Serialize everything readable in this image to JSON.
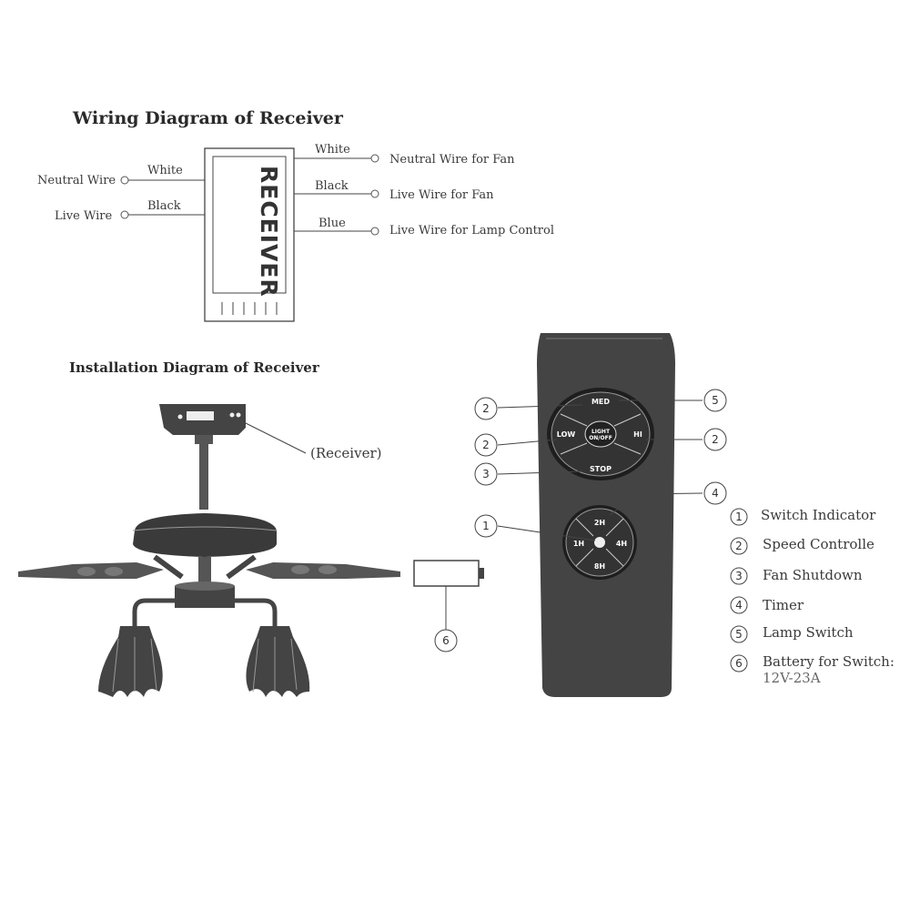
{
  "wiring": {
    "title": "Wiring Diagram of Receiver",
    "receiver_label": "RECEIVER",
    "inputs": [
      {
        "terminal": "Neutral Wire",
        "color": "White"
      },
      {
        "terminal": "Live Wire",
        "color": "Black"
      }
    ],
    "outputs": [
      {
        "color": "White",
        "terminal": "Neutral Wire for Fan"
      },
      {
        "color": "Black",
        "terminal": "Live Wire for Fan"
      },
      {
        "color": "Blue",
        "terminal": "Live Wire for Lamp Control"
      }
    ]
  },
  "installation": {
    "title": "Installation Diagram of Receiver",
    "receiver_callout": "(Receiver)"
  },
  "remote": {
    "buttons": {
      "med": "MED",
      "low": "LOW",
      "hi": "HI",
      "stop": "STOP",
      "light_line1": "LIGHT",
      "light_line2": "ON/OFF"
    },
    "timer": {
      "t2": "2H",
      "t1": "1H",
      "t4": "4H",
      "t8": "8H"
    },
    "callouts": {
      "c2a": "2",
      "c5": "5",
      "c2b": "2",
      "c2c": "2",
      "c3": "3",
      "c4": "4",
      "c1": "1",
      "c6": "6"
    }
  },
  "legend": [
    {
      "num": "1",
      "text": "Switch Indicator"
    },
    {
      "num": "2",
      "text": "Speed Controlle"
    },
    {
      "num": "3",
      "text": "Fan Shutdown"
    },
    {
      "num": "4",
      "text": "Timer"
    },
    {
      "num": "5",
      "text": "Lamp Switch"
    },
    {
      "num": "6",
      "text": "Battery for Switch:",
      "text2": "12V-23A"
    }
  ]
}
